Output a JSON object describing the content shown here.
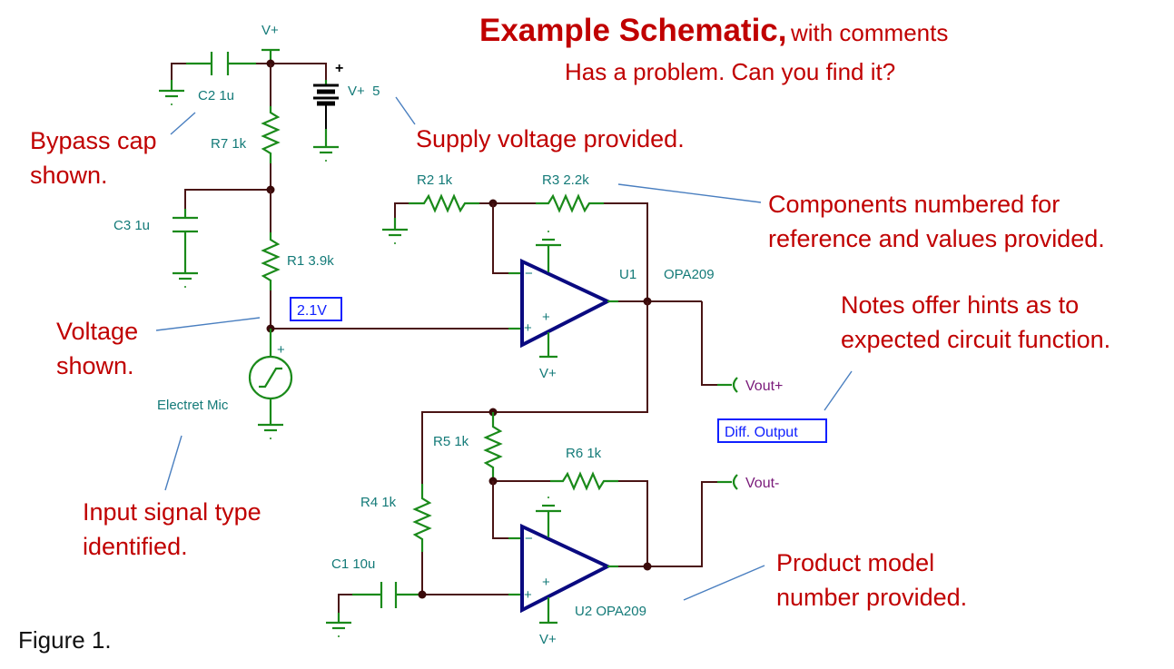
{
  "title": {
    "main": "Example Schematic,",
    "suffix": "with comments",
    "subtitle": "Has a problem. Can you find it?"
  },
  "figure_caption": "Figure 1.",
  "colors": {
    "annotation": "#c00000",
    "component_label": "#137a78",
    "wire": "#4a1414",
    "component": "#1a8a1a",
    "opamp": "#0a0a80",
    "note_box": "#1020ff",
    "net_label": "#7a1a7a",
    "leader_line": "#4a7fc0"
  },
  "annotations": {
    "bypass": [
      "Bypass cap",
      "shown."
    ],
    "supply": "Supply voltage provided.",
    "components": [
      "Components numbered for",
      "reference and values provided."
    ],
    "notes": [
      "Notes offer hints as to",
      "expected circuit function."
    ],
    "voltage": [
      "Voltage",
      "shown."
    ],
    "input": [
      "Input signal type",
      "identified."
    ],
    "product": [
      "Product model",
      "number provided."
    ]
  },
  "components": {
    "vplus_top": "V+",
    "c2": "C2 1u",
    "r7": "R7 1k",
    "battery": "V+  5",
    "battery_plus": "+",
    "c3": "C3 1u",
    "r1": "R1 3.9k",
    "voltage_probe": "2.1V",
    "mic_plus": "+",
    "mic": "Electret Mic",
    "r2": "R2 1k",
    "r3": "R3 2.2k",
    "u1_ref": "U1",
    "u1_model": "OPA209",
    "u1_supply": "V+",
    "u1_minus": "−",
    "u1_plus": "+",
    "u1_pwr_plus": "+",
    "r5": "R5 1k",
    "r6": "R6 1k",
    "r4": "R4 1k",
    "c1": "C1 10u",
    "u2_label": "U2 OPA209",
    "u2_supply": "V+",
    "u2_minus": "−",
    "u2_plus": "+",
    "u2_pwr_plus": "+",
    "vout_plus": "Vout+",
    "vout_minus": "Vout-",
    "diff_output_note": "Diff. Output"
  }
}
